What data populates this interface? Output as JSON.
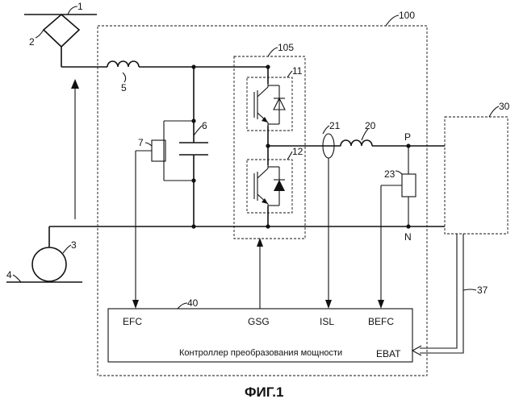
{
  "figure": {
    "caption": "ФИГ.1",
    "controller_title": "Контроллер преобразования мощности"
  },
  "refs": {
    "r1": "1",
    "r2": "2",
    "r3": "3",
    "r4": "4",
    "r5": "5",
    "r6": "6",
    "r7": "7",
    "r11": "11",
    "r12": "12",
    "r20": "20",
    "r21": "21",
    "r23": "23",
    "r30": "30",
    "r37": "37",
    "r40": "40",
    "r100": "100",
    "r105": "105"
  },
  "terminals": {
    "p": "P",
    "n": "N"
  },
  "signals": {
    "efc": "EFC",
    "gsg": "GSG",
    "isl": "ISL",
    "befc": "BEFC",
    "ebat": "EBAT"
  }
}
